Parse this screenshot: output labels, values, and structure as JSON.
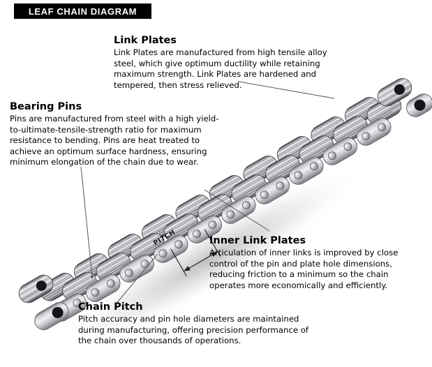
{
  "header": {
    "banner_label": "LEAF CHAIN DIAGRAM",
    "banner_bg": "#000000",
    "banner_text_color": "#ffffff"
  },
  "page": {
    "background": "#ffffff",
    "text_color": "#000000"
  },
  "callouts": {
    "link_plates": {
      "title": "Link Plates",
      "body": "Link Plates are manufactured from high tensile alloy steel, which give optimum ductility while retaining maximum strength.  Link Plates are hardened and tempered, then stress relieved."
    },
    "bearing_pins": {
      "title": "Bearing Pins",
      "body": "Pins are manufactured from steel with a high yield-to-ultimate-tensile-strength ratio for maximum resistance to bending.  Pins are heat treated to achieve an optimum surface hardness, ensuring minimum elongation of the chain due to wear."
    },
    "inner_link_plates": {
      "title": "Inner Link Plates",
      "body": "Articulation of inner links is improved by close control of the pin and plate hole dimensions, reducing friction to a minimum so the chain operates more economically and efficiently."
    },
    "chain_pitch": {
      "title": "Chain Pitch",
      "body": "Pitch accuracy and pin hole diameters are maintained during manufacturing, offering precision performance of the chain over thousands of operations."
    }
  },
  "dimension": {
    "pitch_label": "PITCH"
  },
  "illustration": {
    "subject": "leaf-chain-photograph",
    "orientation": "diagonal-lower-left-to-upper-right",
    "steel_light": "#e8e8ea",
    "steel_mid": "#a9a9ad",
    "steel_dark": "#5e5e63",
    "steel_shadow": "#2e2e32",
    "pin_hole": "#1a1a1c",
    "leader_line_color": "#555555"
  }
}
